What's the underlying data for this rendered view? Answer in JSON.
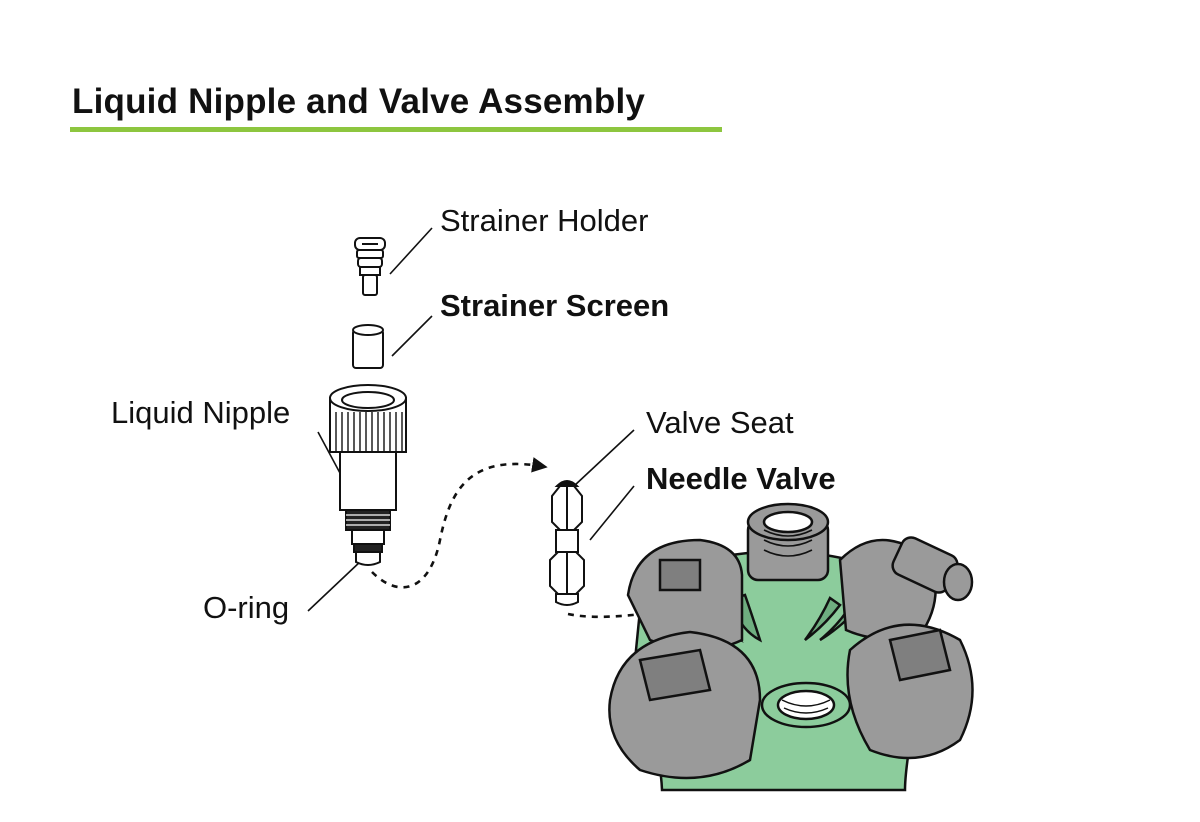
{
  "title": "Liquid Nipple and Valve Assembly",
  "labels": {
    "strainer_holder": "Strainer Holder",
    "strainer_screen": "Strainer Screen",
    "liquid_nipple": "Liquid Nipple",
    "valve_seat": "Valve Seat",
    "needle_valve": "Needle Valve",
    "o_ring": "O-ring"
  },
  "colors": {
    "accent_rule": "#8dc63f",
    "body_green": "#8ccc9c",
    "part_gray": "#9a9a9a"
  }
}
